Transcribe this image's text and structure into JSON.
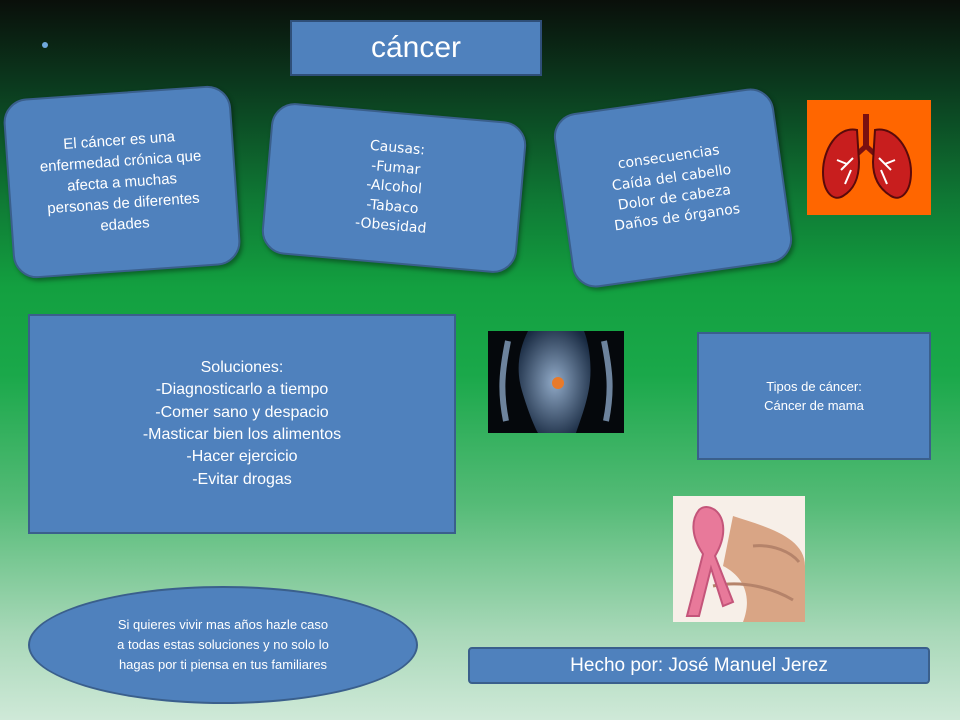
{
  "title": "cáncer",
  "definition": "El cáncer es una\nenfermedad  crónica que\nafecta a muchas\npersonas  de diferentes\nedades",
  "causes": "Causas:\n-Fumar\n-Alcohol\n-Tabaco\n-Obesidad",
  "consequences": "consecuencias\nCaída del cabello\nDolor de cabeza\nDaños de órganos",
  "solutions": "Soluciones:\n-Diagnosticarlo a tiempo\n-Comer sano y despacio\n-Masticar bien los alimentos\n-Hacer ejercicio\n-Evitar drogas",
  "types": "Tipos de cáncer:\nCáncer de mama",
  "advice": "Si quieres vivir  mas años hazle caso\na todas estas soluciones y no solo lo\nhagas por ti piensa en tus familiares",
  "credit": "Hecho por: José Manuel Jerez",
  "images": {
    "lungs": "lungs-illustration",
    "body_xray": "body-xray-image",
    "ribbon": "pink-ribbon-photo"
  },
  "colors": {
    "box": "#4f81bd",
    "box_border": "#3a5f8c",
    "lungs_bg": "#ff6600",
    "ribbon": "#e8799a"
  }
}
